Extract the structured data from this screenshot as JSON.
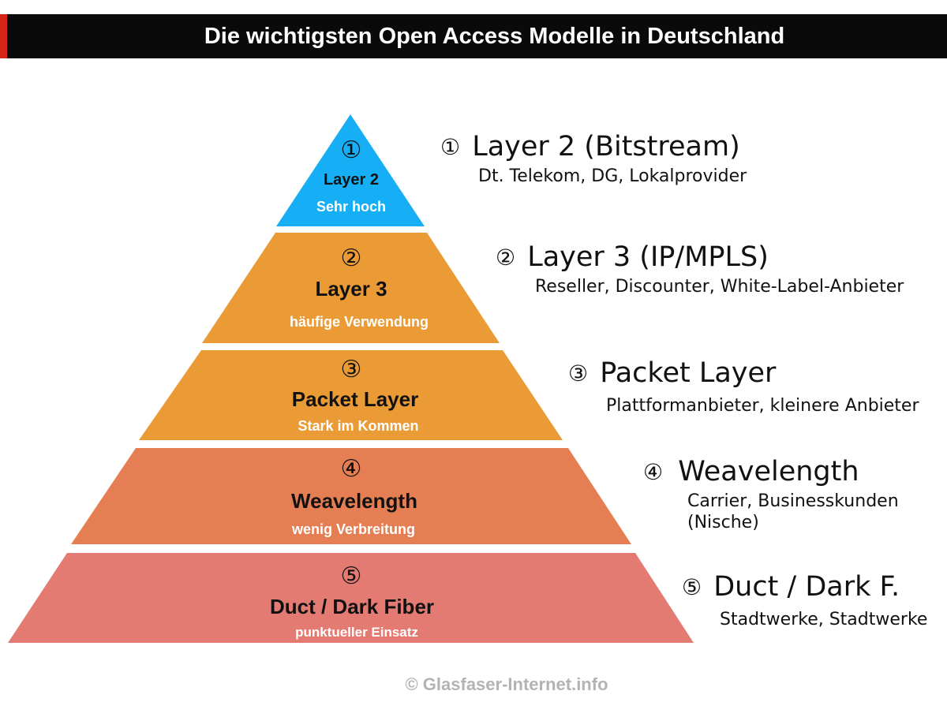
{
  "title": "Die wichtigsten Open Access Modelle in Deutschland",
  "pyramid": [
    {
      "num": "①",
      "name": "Layer 2",
      "sub": "Sehr hoch",
      "color": "#16aef4"
    },
    {
      "num": "②",
      "name": "Layer 3",
      "sub": "häufige Verwendung",
      "color": "#ea9b36"
    },
    {
      "num": "③",
      "name": "Packet Layer",
      "sub": "Stark im Kommen",
      "color": "#ea9b36"
    },
    {
      "num": "④",
      "name": "Weavelength",
      "sub": "wenig Verbreitung",
      "color": "#e57f53"
    },
    {
      "num": "⑤",
      "name": "Duct / Dark Fiber",
      "sub": "punktueller Einsatz",
      "color": "#e47b72"
    }
  ],
  "legend": [
    {
      "num": "①",
      "heading": "Layer 2 (Bitstream)",
      "desc": [
        "Dt. Telekom, DG, Lokalprovider"
      ]
    },
    {
      "num": "②",
      "heading": "Layer 3 (IP/MPLS)",
      "desc": [
        "Reseller, Discounter, White-Label-Anbieter"
      ]
    },
    {
      "num": "③",
      "heading": "Packet Layer",
      "desc": [
        "Plattformanbieter, kleinere Anbieter"
      ]
    },
    {
      "num": "④",
      "heading": "Weavelength",
      "desc": [
        "Carrier, Businesskunden",
        "(Nische)"
      ]
    },
    {
      "num": "⑤",
      "heading": "Duct / Dark F.",
      "desc": [
        "Stadtwerke, Stadtwerke"
      ]
    }
  ],
  "footer": "© Glasfaser-Internet.info"
}
